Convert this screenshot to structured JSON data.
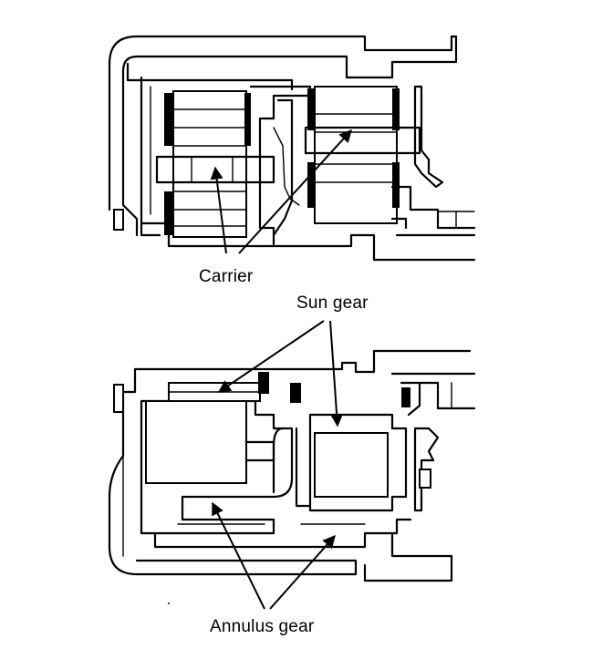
{
  "labels": {
    "carrier": "Carrier",
    "sun_gear": "Sun gear",
    "annulus_gear": "Annulus gear"
  },
  "colors": {
    "ink": "#000000",
    "paper": "#ffffff"
  }
}
